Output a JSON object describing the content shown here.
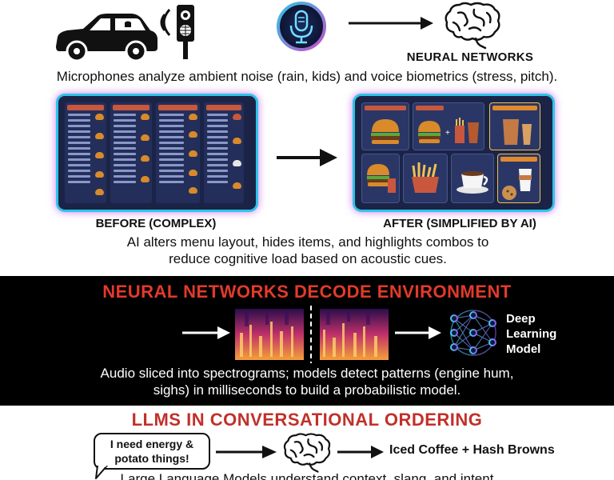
{
  "top": {
    "neural_networks_label": "NEURAL NETWORKS",
    "caption": "Microphones analyze ambient noise (rain, kids) and voice biometrics (stress, pitch)."
  },
  "menus": {
    "before_label": "BEFORE (COMPLEX)",
    "after_label": "AFTER (SIMPLIFIED BY AI)",
    "caption_line1": "AI alters menu layout, hides items, and highlights combos to",
    "caption_line2": "reduce cognitive load based on acoustic cues."
  },
  "band": {
    "title": "NEURAL NETWORKS DECODE ENVIRONMENT",
    "model_label_line1": "Deep",
    "model_label_line2": "Learning",
    "model_label_line3": "Model",
    "caption_line1": "Audio sliced into spectrograms; models detect patterns (engine hum,",
    "caption_line2": "sighs) in milliseconds to build a probabilistic model."
  },
  "bottom": {
    "title": "LLMS IN CONVERSATIONAL ORDERING",
    "speech_line1": "I need energy &",
    "speech_line2": "potato things!",
    "result": "Iced Coffee + Hash Browns",
    "caption_partial": "Large Language Models understand context, slang, and intent"
  },
  "colors": {
    "accent_red": "#e23a2b",
    "panel_glow_cyan": "#2ec4e8",
    "panel_glow_purple": "#ba50e6",
    "panel_bg": "#1b2447"
  },
  "icons": [
    "car-icon",
    "wifi-signal-icon",
    "speaker-post-icon",
    "sound-wave-icon",
    "microphone-icon",
    "arrow-right-icon",
    "brain-icon",
    "spectrogram-icon",
    "neural-network-icon",
    "speech-bubble-icon"
  ]
}
